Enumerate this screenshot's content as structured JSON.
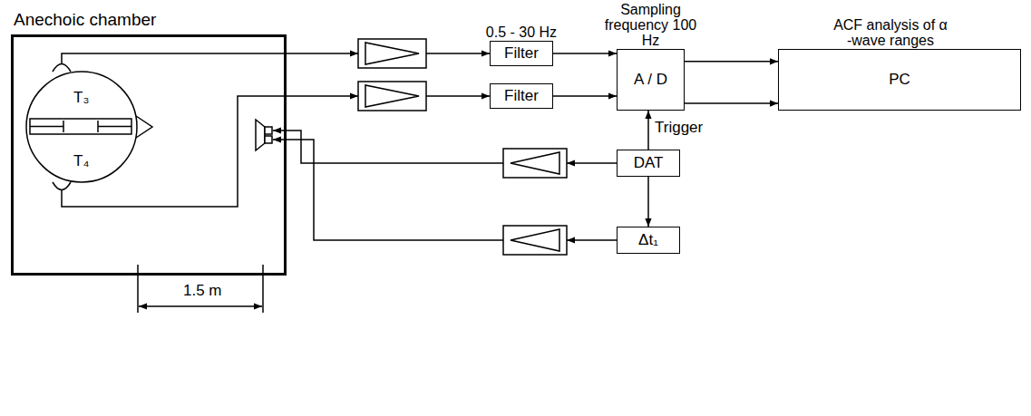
{
  "diagram": {
    "nodes": [
      {
        "text": [
          "Anechoic chamber"
        ]
      },
      {
        "text": [
          "0.5 - 30 Hz",
          "Filter"
        ]
      },
      {
        "text": [
          "Filter"
        ]
      },
      {
        "text": [
          "Sampling frequency 100 Hz",
          "A / D"
        ]
      },
      {
        "text": [
          "ACF analysis of α -wave ranges",
          "PC"
        ]
      },
      {
        "text": [
          "DAT"
        ]
      },
      {
        "text": [
          "Δt₁"
        ]
      }
    ],
    "edges": [
      {
        "from": 1,
        "to": 3,
        "arrow": "to"
      },
      {
        "from": 2,
        "to": 3,
        "arrow": "to"
      },
      {
        "from": 3,
        "to": 4,
        "arrow": "to"
      },
      {
        "from": 3,
        "to": 4,
        "arrow": "to"
      },
      {
        "from": 5,
        "to": 3,
        "label": "Trigger",
        "arrow": "to"
      },
      {
        "from": 5,
        "to": 6,
        "arrow": "to"
      }
    ],
    "labels": [
      "T₃",
      "T₄",
      "1.5 m"
    ]
  }
}
